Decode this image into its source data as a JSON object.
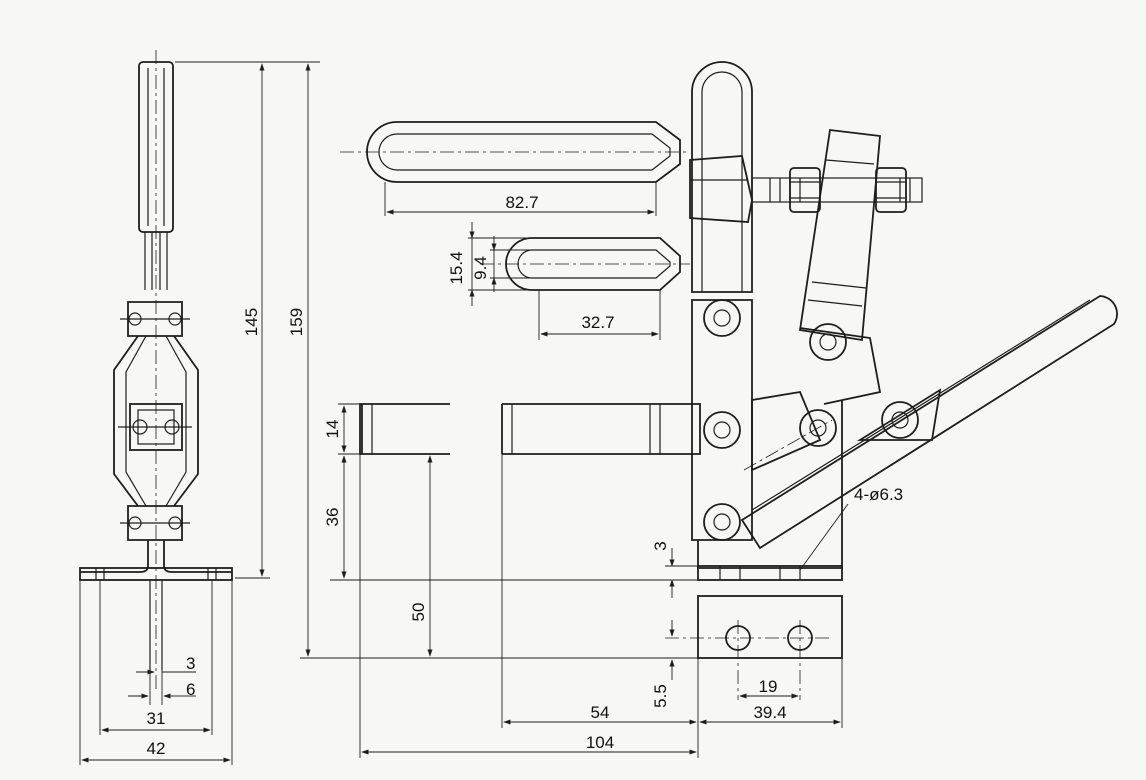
{
  "colors": {
    "background": "#f7f7f5",
    "line": "#1e1e1e"
  },
  "labels": {
    "total_height": "159",
    "lever_height": "145",
    "width_base": "42",
    "width_inner": "31",
    "slot_6": "6",
    "slot_3": "3",
    "arm_length_long": "82.7",
    "arm_length_short": "32.7",
    "slot_15_4": "15.4",
    "slot_9_4": "9.4",
    "bar_height_14": "14",
    "bar_height_36": "36",
    "height_50": "50",
    "offset_3": "3",
    "offset_5_5": "5.5",
    "spacing_19": "19",
    "length_54": "54",
    "length_39_4": "39.4",
    "length_104": "104",
    "hole_spec": "4-ø6.3"
  }
}
